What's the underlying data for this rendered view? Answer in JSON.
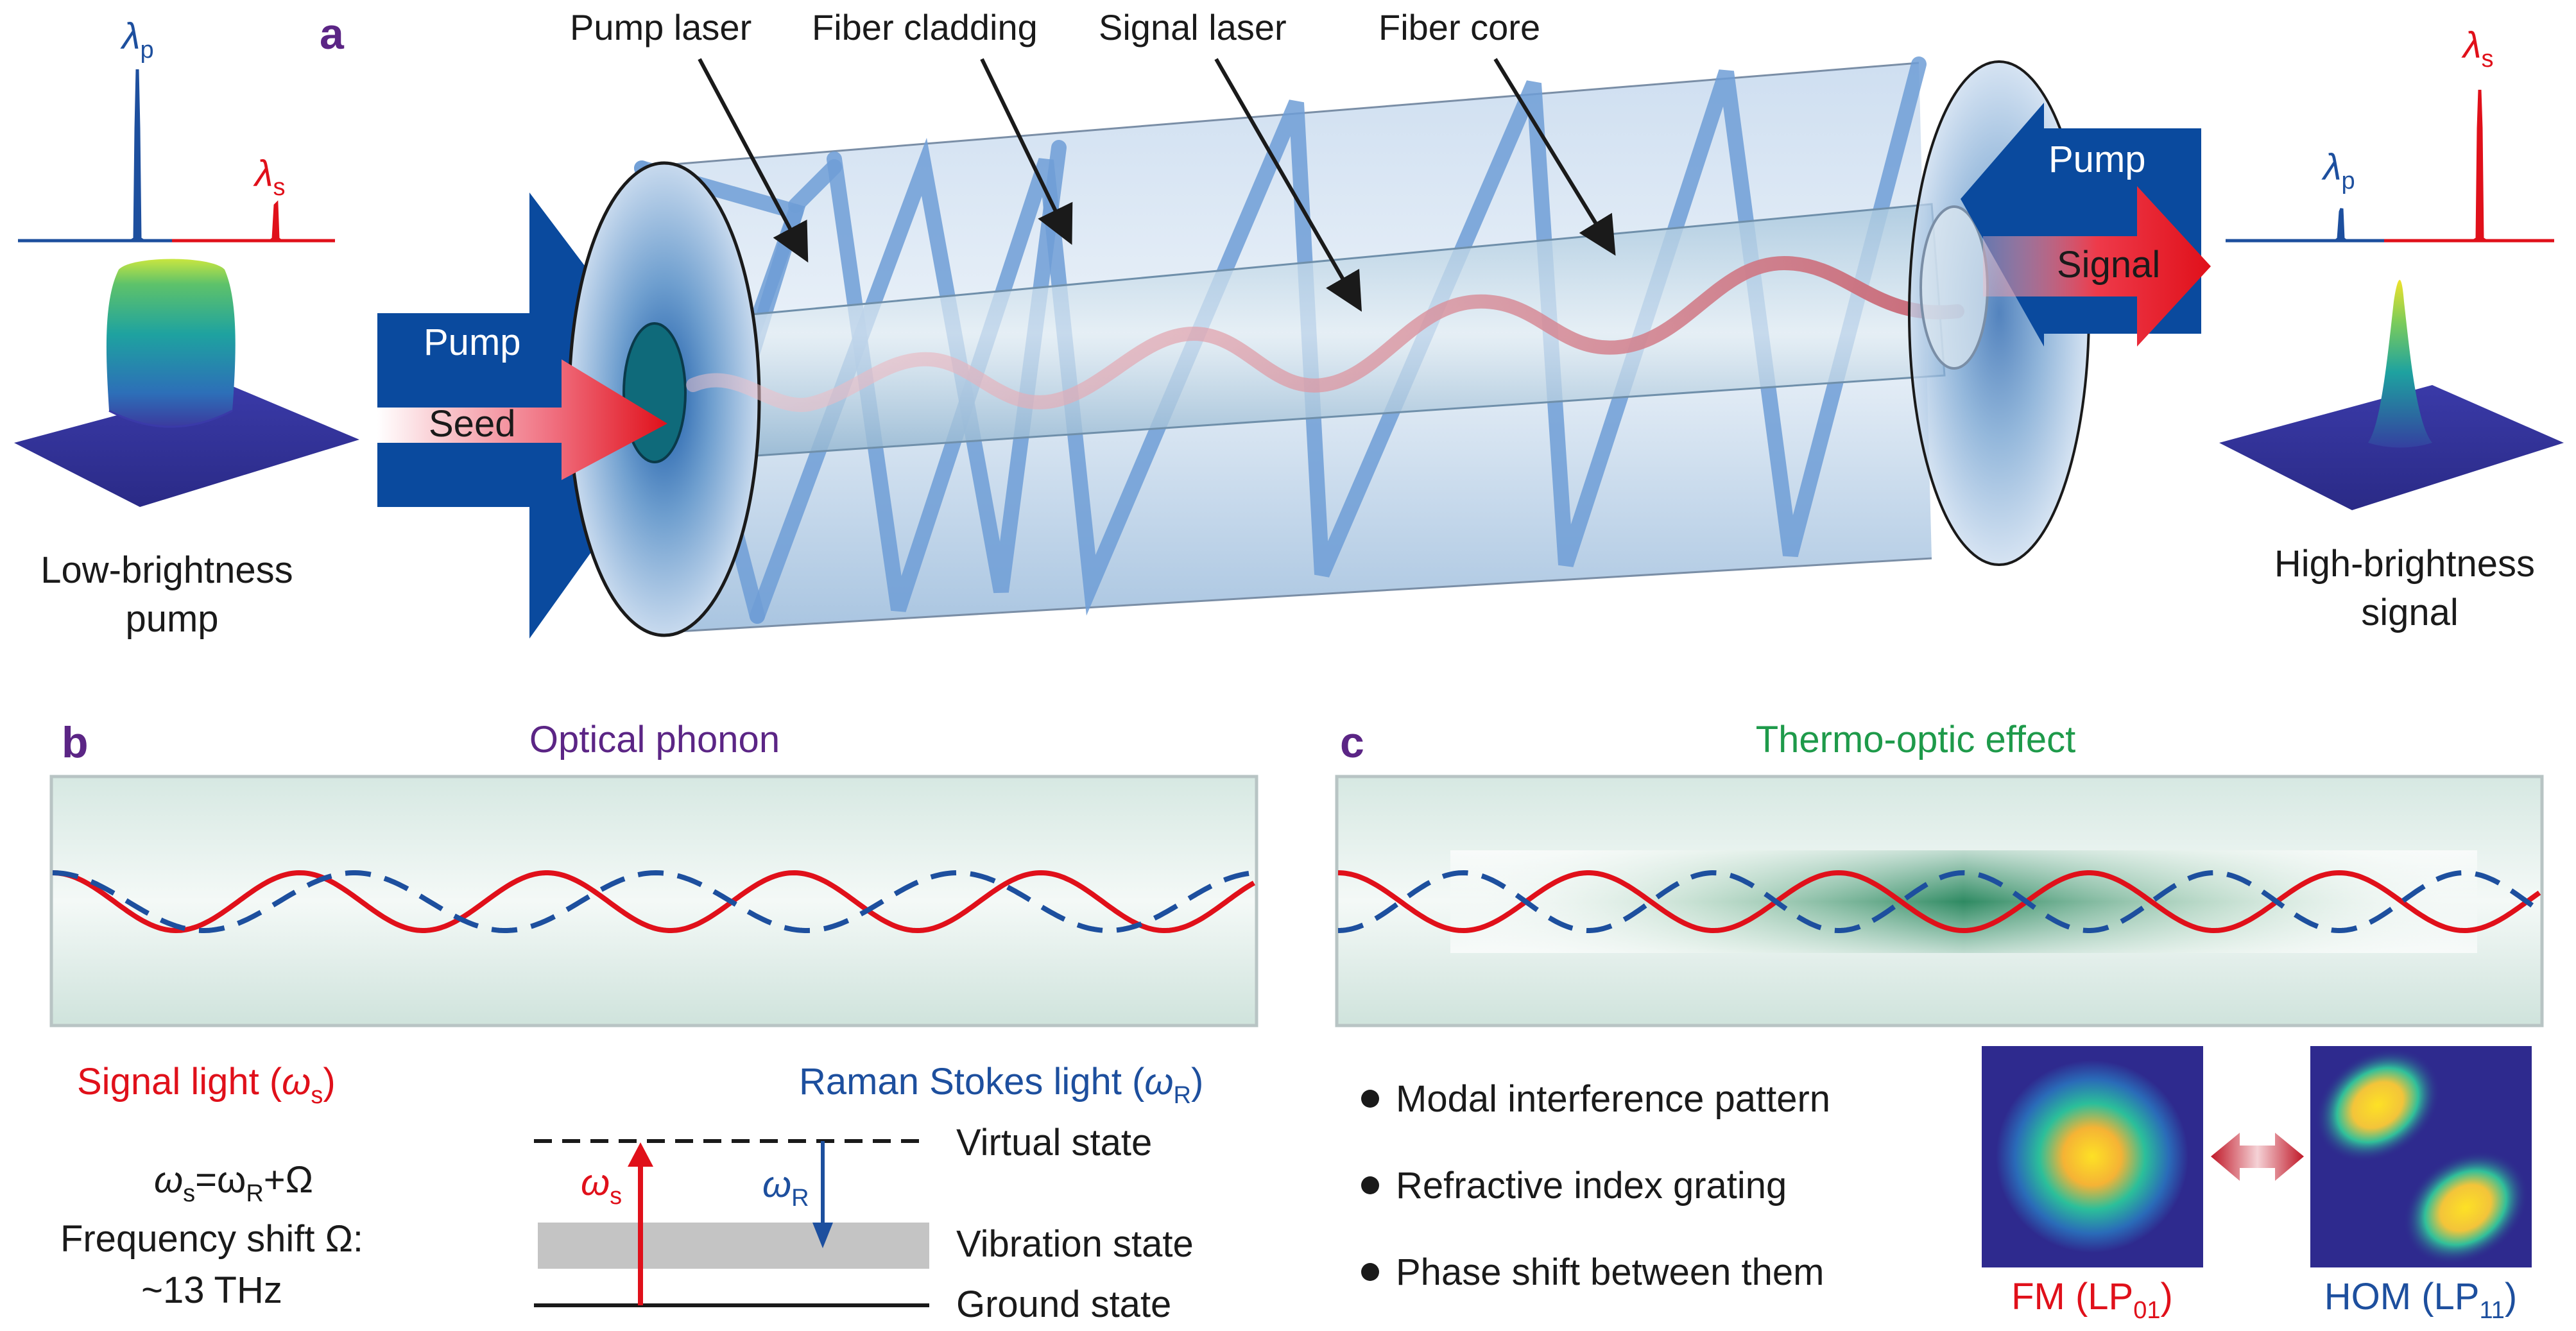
{
  "colors": {
    "pump_blue": "#0a4a9e",
    "signal_red": "#e0101a",
    "label_purple": "#5b2585",
    "label_green": "#1e9a4a",
    "wave_blue": "#1d4f9e",
    "black": "#1a1a1a"
  },
  "panel_a": {
    "letter": "a",
    "left": {
      "lambda_p": "λ",
      "lambda_p_sub": "p",
      "lambda_s": "λ",
      "lambda_s_sub": "s",
      "label_line1": "Low-brightness",
      "label_line2": "pump"
    },
    "right": {
      "lambda_p": "λ",
      "lambda_p_sub": "p",
      "lambda_s": "λ",
      "lambda_s_sub": "s",
      "label_line1": "High-brightness",
      "label_line2": "signal"
    },
    "arrows": {
      "pump_in": "Pump",
      "seed_in": "Seed",
      "pump_out": "Pump",
      "signal_out": "Signal"
    },
    "callouts": {
      "pump_laser": "Pump laser",
      "fiber_cladding": "Fiber cladding",
      "signal_laser": "Signal laser",
      "fiber_core": "Fiber core"
    }
  },
  "panel_b": {
    "letter": "b",
    "phonon_label": "Optical phonon",
    "signal_light": "Signal light (",
    "signal_light_sym": "ω",
    "signal_light_sub": "s",
    "signal_light_close": ")",
    "stokes_light": "Raman Stokes light (",
    "stokes_light_sym": "ω",
    "stokes_light_sub": "R",
    "stokes_light_close": ")",
    "equation": "ωs=ωR+Ω",
    "eq_w1": "ω",
    "eq_s": "s",
    "eq_mid": "=ω",
    "eq_r": "R",
    "eq_end": "+Ω",
    "freq_shift": "Frequency shift Ω:",
    "freq_value": "~13 THz",
    "omega_s": "ω",
    "omega_s_sub": "s",
    "omega_r": "ω",
    "omega_r_sub": "R",
    "virtual_state": "Virtual state",
    "vibration_state": "Vibration state",
    "ground_state": "Ground state"
  },
  "panel_c": {
    "letter": "c",
    "thermo_label": "Thermo-optic effect",
    "bullets": [
      "Modal interference pattern",
      "Refractive index grating",
      "Phase shift between them"
    ],
    "fm_label": "FM (LP",
    "fm_sub": "01",
    "fm_close": ")",
    "hom_label": "HOM (LP",
    "hom_sub": "11",
    "hom_close": ")"
  }
}
